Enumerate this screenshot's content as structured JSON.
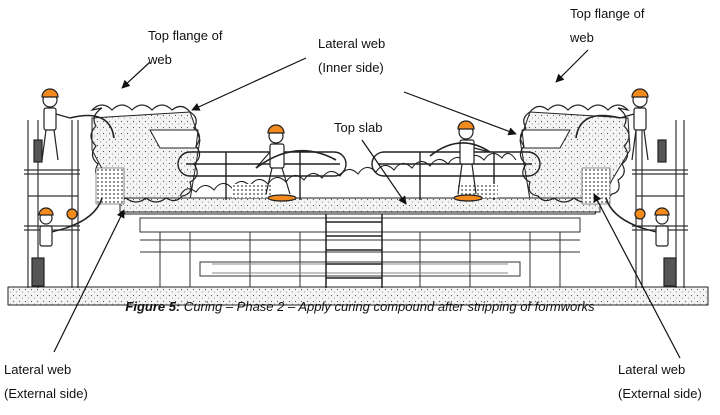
{
  "labels": {
    "top_flange_left": [
      "Top flange of",
      "web"
    ],
    "top_flange_right": [
      "Top flange of",
      "web"
    ],
    "lateral_web_inner": [
      "Lateral web",
      "(Inner side)"
    ],
    "top_slab": "Top slab",
    "lateral_web_external_left": [
      "Lateral web",
      "(External side)"
    ],
    "lateral_web_external_right": [
      "Lateral web",
      "(External side)"
    ]
  },
  "caption": {
    "prefix": "Figure 5:",
    "text": " Curing – Phase 2 – Apply curing compound after stripping of formworks"
  },
  "colors": {
    "helmet": "#f28a1e",
    "line": "#1a1a1a",
    "concrete": "#e9e9e9"
  }
}
